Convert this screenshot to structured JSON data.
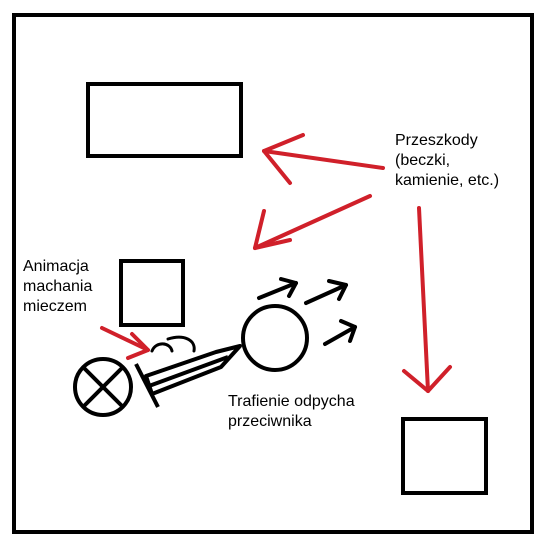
{
  "labels": {
    "obstacles": [
      "Przeszkody",
      "(beczki,",
      "kamienie, etc.)"
    ],
    "swing": [
      "Animacja",
      "machania",
      "mieczem"
    ],
    "knockback": [
      "Trafienie odpycha",
      "przeciwnika"
    ]
  },
  "colors": {
    "ink": "#000000",
    "arrow": "#d0202a",
    "background": "#ffffff"
  }
}
